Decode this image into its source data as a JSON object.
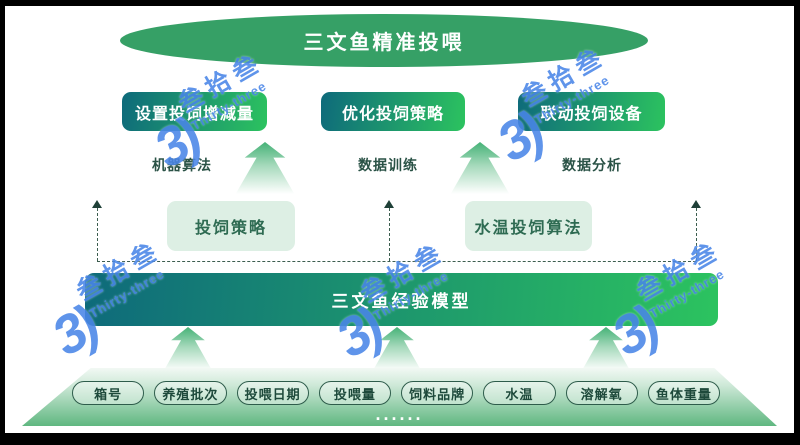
{
  "title": "三文鱼精准投喂",
  "top_boxes": [
    "设置投饲增减量",
    "优化投饲策略",
    "联动投饲设备"
  ],
  "process_labels": [
    "机器算法",
    "数据训练",
    "数据分析"
  ],
  "mid_boxes": [
    "投饲策略",
    "水温投饲算法"
  ],
  "model_bar_label": "三文鱼经验模型",
  "data_pills": [
    "箱号",
    "养殖批次",
    "投喂日期",
    "投喂量",
    "饲料品牌",
    "水温",
    "溶解氧",
    "鱼体重量"
  ],
  "ellipsis": "......",
  "watermark": {
    "numeral": "3)",
    "cn": "叁拾叁",
    "en": "Thirty-three"
  },
  "colors": {
    "green_ellipse": "#36a066",
    "teal_dark": "#0e6a7b",
    "green_bright": "#2cc35f",
    "mint": "#ddefe4",
    "mint_text": "#2e6b52",
    "label_text": "#2a5246",
    "dash": "#3c5d4f",
    "trap_top": "#f2f9f4",
    "trap_bottom": "#5fb780",
    "pill_border": "#2e5c4b",
    "pill_text": "#1e4a3b",
    "wm": "#4a86e8"
  }
}
